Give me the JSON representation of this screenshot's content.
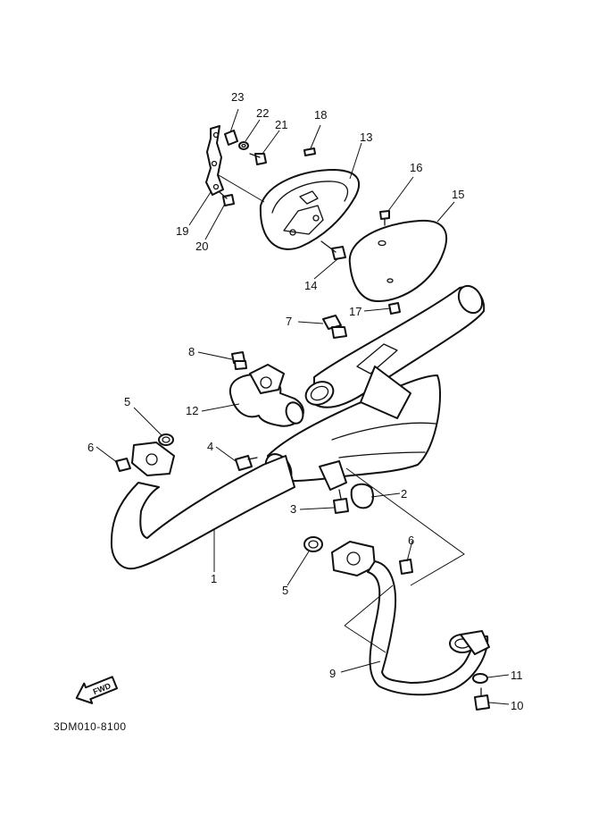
{
  "callouts": {
    "c1": "1",
    "c2": "2",
    "c3": "3",
    "c4": "4",
    "c5a": "5",
    "c5b": "5",
    "c6a": "6",
    "c6b": "6",
    "c7": "7",
    "c8": "8",
    "c9": "9",
    "c10": "10",
    "c11": "11",
    "c12": "12",
    "c13": "13",
    "c14": "14",
    "c15": "15",
    "c16": "16",
    "c17": "17",
    "c18": "18",
    "c19": "19",
    "c20": "20",
    "c21": "21",
    "c22": "22",
    "c23": "23"
  },
  "fwd_label": "FWD",
  "diagram_code": "3DM010-8100"
}
